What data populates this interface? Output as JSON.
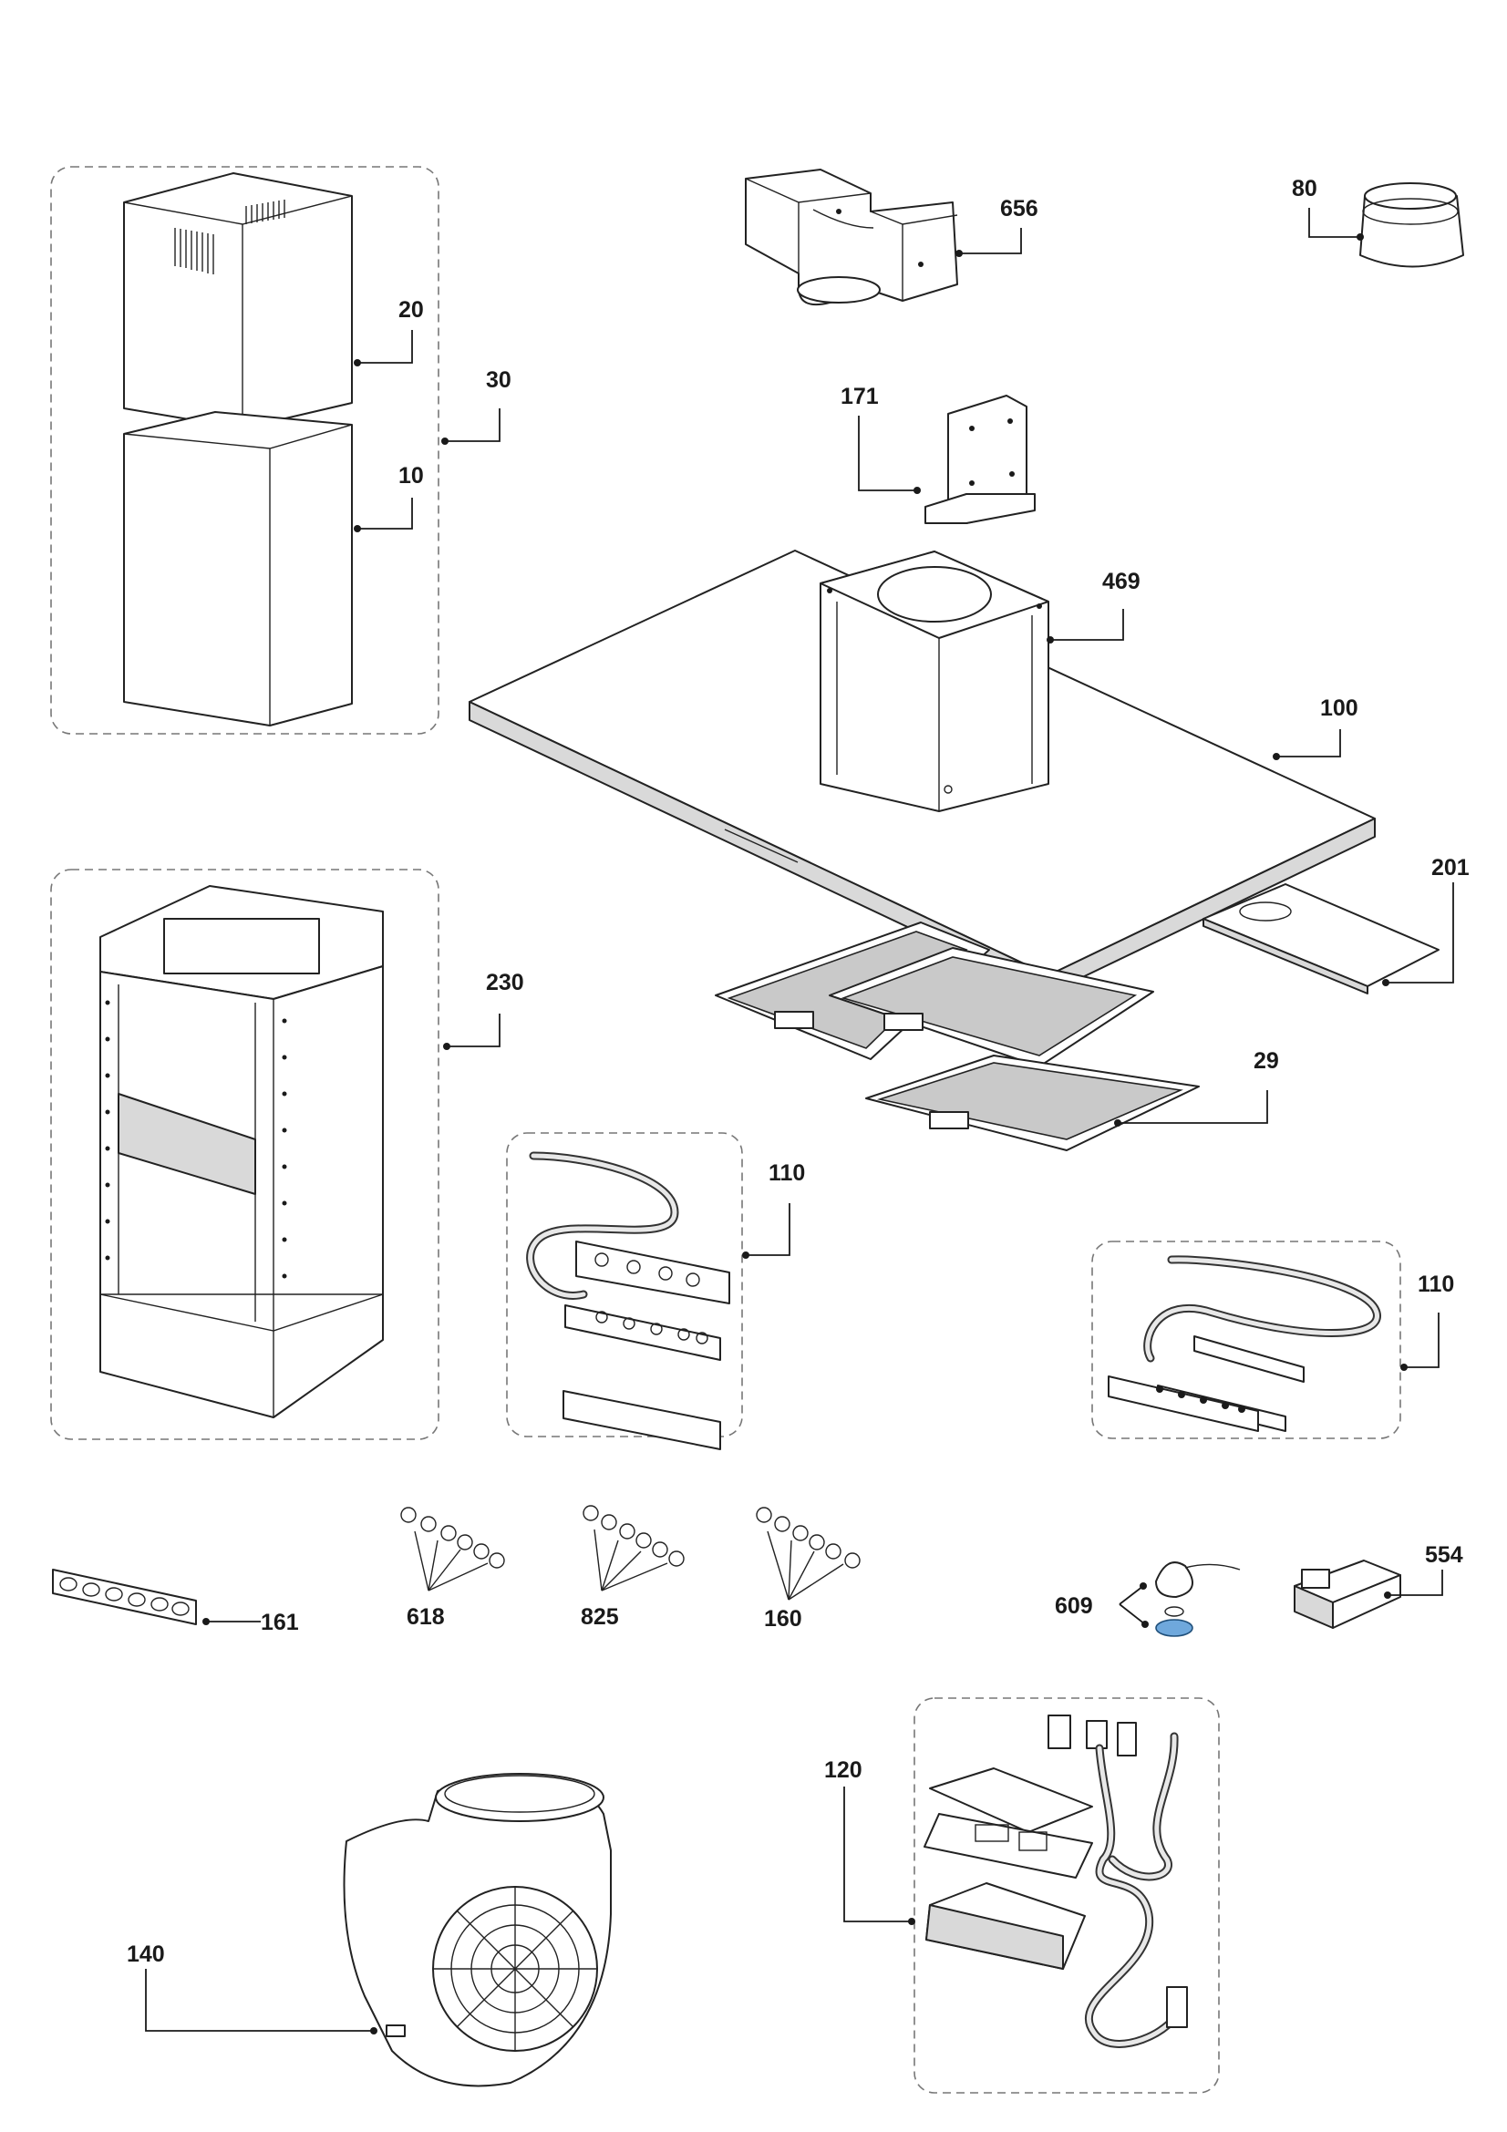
{
  "callouts": {
    "c656": "656",
    "c80": "80",
    "c20": "20",
    "c30": "30",
    "c10": "10",
    "c171": "171",
    "c469": "469",
    "c100": "100",
    "c201": "201",
    "c230": "230",
    "c29": "29",
    "c110a": "110",
    "c110b": "110",
    "c161": "161",
    "c618": "618",
    "c825": "825",
    "c160": "160",
    "c609": "609",
    "c554": "554",
    "c120": "120",
    "c140": "140"
  },
  "colors": {
    "accent_part_609": "#6fa8dc",
    "line": "#1a1a1a",
    "group_border": "#777777"
  }
}
